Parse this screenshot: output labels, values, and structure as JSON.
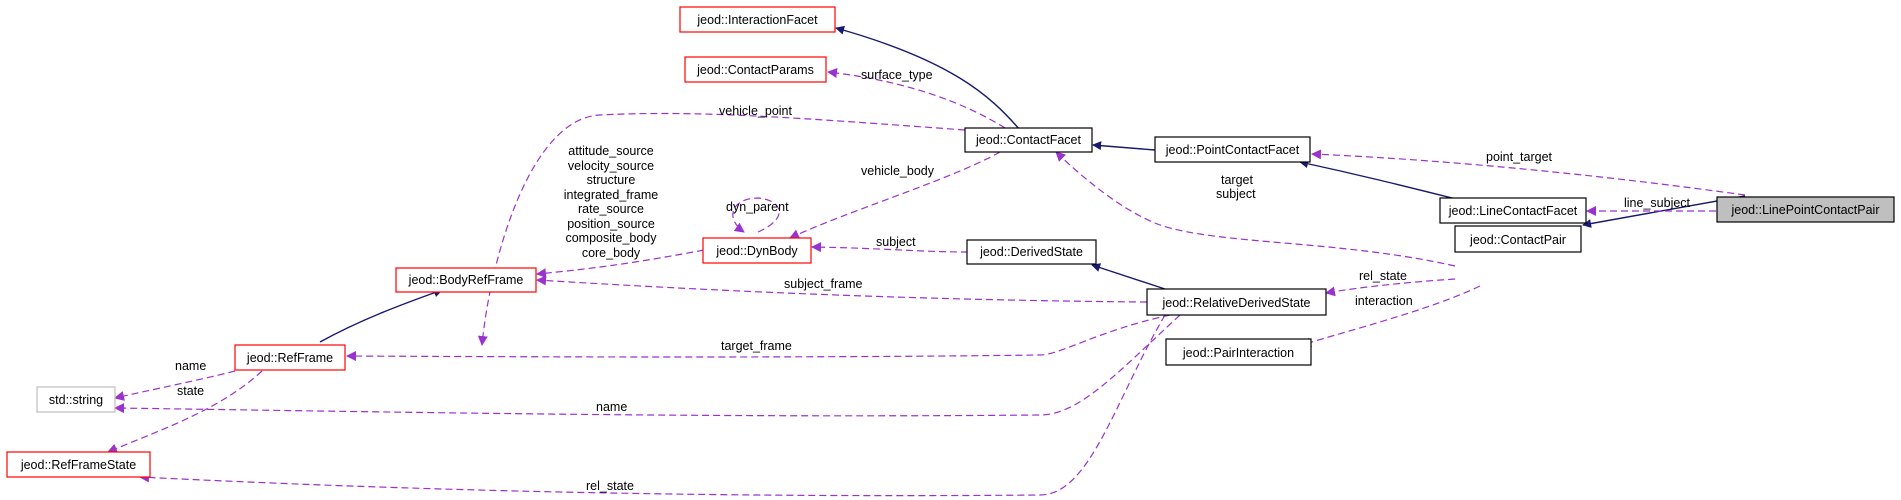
{
  "colors": {
    "inherit_edge": "#191970",
    "member_edge": "#9a32cd",
    "node_border_red": "#ff0000",
    "node_border_black": "#000000",
    "node_border_gray": "#bfbfbf",
    "focus_fill": "#bfbfbf"
  },
  "nodes": {
    "interaction_facet": "jeod::InteractionFacet",
    "contact_params": "jeod::ContactParams",
    "contact_facet": "jeod::ContactFacet",
    "point_contact_facet": "jeod::PointContactFacet",
    "line_contact_facet": "jeod::LineContactFacet",
    "line_point_contact_pair": "jeod::LinePointContactPair",
    "dyn_body": "jeod::DynBody",
    "derived_state": "jeod::DerivedState",
    "body_ref_frame": "jeod::BodyRefFrame",
    "relative_derived_state": "jeod::RelativeDerivedState",
    "contact_pair": "jeod::ContactPair",
    "pair_interaction": "jeod::PairInteraction",
    "ref_frame": "jeod::RefFrame",
    "std_string": "std::string",
    "ref_frame_state": "jeod::RefFrameState"
  },
  "edge_labels": {
    "surface_type": "surface_type",
    "vehicle_point": "vehicle_point",
    "vehicle_body": "vehicle_body",
    "dyn_parent": "dyn_parent",
    "point_target": "point_target",
    "target": "target",
    "subject": "subject",
    "line_subject": "line_subject",
    "subject_dyn": "subject",
    "body_frame_lines": [
      "attitude_source",
      "velocity_source",
      "structure",
      "integrated_frame",
      "rate_source",
      "position_source",
      "composite_body",
      "core_body"
    ],
    "subject_frame": "subject_frame",
    "rel_state_pair": "rel_state",
    "interaction": "interaction",
    "target_frame": "target_frame",
    "name_ref": "name",
    "state": "state",
    "name_rds": "name",
    "rel_state_bottom": "rel_state"
  }
}
